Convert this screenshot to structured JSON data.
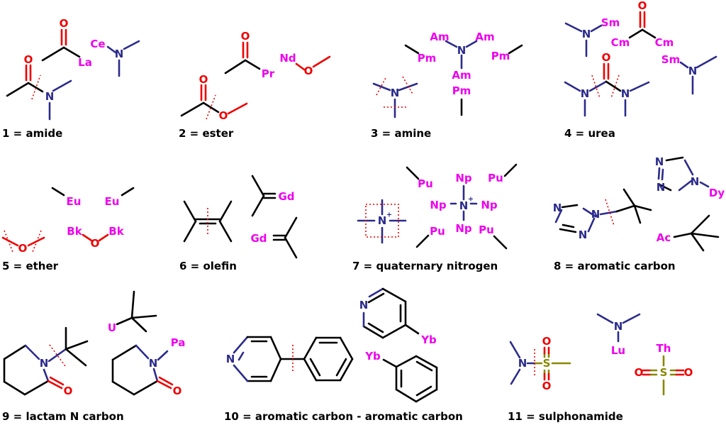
{
  "captions": {
    "c1": "1 = amide",
    "c2": "2 = ester",
    "c3": "3 = amine",
    "c4": "4 = urea",
    "c5": "5 = ether",
    "c6": "6 = olefin",
    "c7": "7 = quaternary nitrogen",
    "c8": "8 = aromatic carbon",
    "c9": "9 = lactam N carbon",
    "c10": "10 = aromatic carbon - aromatic carbon",
    "c11": "11 = sulphonamide"
  },
  "atoms": {
    "N": "N",
    "O": "O",
    "S": "S",
    "plus": "+"
  },
  "dummy_atoms": {
    "La": "La",
    "Ce": "Ce",
    "Pr": "Pr",
    "Nd": "Nd",
    "Am": "Am",
    "Pm": "Pm",
    "Sm": "Sm",
    "Cm": "Cm",
    "Eu": "Eu",
    "Bk": "Bk",
    "Gd": "Gd",
    "Np": "Np",
    "Pu": "Pu",
    "Dy": "Dy",
    "Ac": "Ac",
    "U": "U",
    "Pa": "Pa",
    "Yb": "Yb",
    "Lu": "Lu",
    "Th": "Th"
  },
  "colors": {
    "carbon": "#000000",
    "nitrogen": "#2b2b8c",
    "oxygen": "#ee0000",
    "sulfur": "#888800",
    "dummy_atom": "#ee00ee",
    "cut_marker": "#ee0000"
  }
}
